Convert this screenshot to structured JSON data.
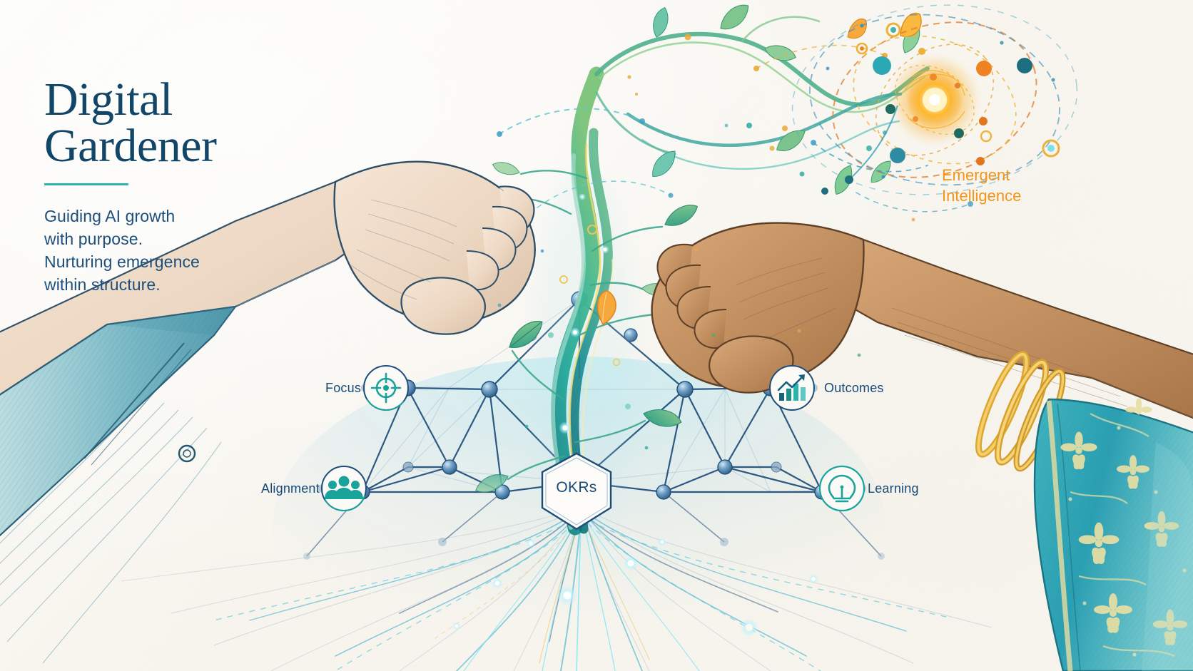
{
  "meta": {
    "background_color": "#faf8f2",
    "accent_blue": "#174a77",
    "accent_teal": "#2bb3ae",
    "accent_orange": "#f39418",
    "title_color": "#124668"
  },
  "branding": {
    "title_line1": "Digital",
    "title_line2": "Gardener",
    "tagline_line1": "Guiding AI growth",
    "tagline_line2": "with purpose.",
    "tagline_line3": "Nurturing emergence",
    "tagline_line4": "within structure."
  },
  "emergent": {
    "line1": "Emergent",
    "line2": "Intelligence"
  },
  "center_node": {
    "label": "OKRs",
    "shape": "hexagon"
  },
  "framework_nodes": [
    {
      "id": "focus",
      "label": "Focus",
      "icon": "target-crosshair-icon",
      "color": "#1aa39b",
      "position": "upper-left"
    },
    {
      "id": "alignment",
      "label": "Alignment",
      "icon": "people-group-icon",
      "color": "#1aa39b",
      "position": "lower-left"
    },
    {
      "id": "outcomes",
      "label": "Outcomes",
      "icon": "growth-chart-icon",
      "color": "#1aa39b",
      "position": "upper-right"
    },
    {
      "id": "learning",
      "label": "Learning",
      "icon": "lightbulb-icon",
      "color": "#1aa39b",
      "position": "lower-right"
    }
  ],
  "illustration": {
    "left_hand": "pale-skin-hand-with-teal-cuffed-sleeve",
    "right_hand": "brown-skin-hand-with-gold-bangles-and-teal-floral-sleeve",
    "center_motif": "twisting-teal-green-vine-stem-with-leaves",
    "top_right_motif": "golden-glowing-orbital-system-with-dashed-orbits",
    "bottom_motif": "radiating-light-roots-fanning-downward",
    "network_motif": "triangulated-node-link-mesh-in-navy-blue"
  }
}
